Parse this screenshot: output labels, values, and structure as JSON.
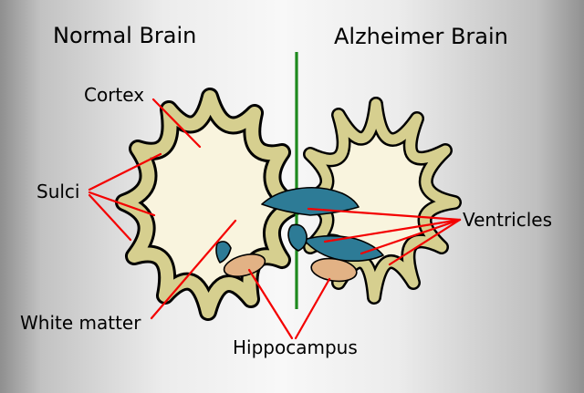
{
  "diagram": {
    "titles": {
      "left": "Normal Brain",
      "right": "Alzheimer Brain"
    },
    "labels": {
      "cortex": "Cortex",
      "sulci": "Sulci",
      "ventricles": "Ventricles",
      "white_matter": "White matter",
      "hippocampus": "Hippocampus"
    },
    "colors": {
      "cortex": "#d6cf8f",
      "white_matter": "#f9f4de",
      "ventricles": "#2d7b96",
      "hippocampus": "#e2b285",
      "divider_line": "#1e8a1e",
      "leader_line": "#f40000",
      "outline": "#000000",
      "text": "#000000"
    }
  }
}
